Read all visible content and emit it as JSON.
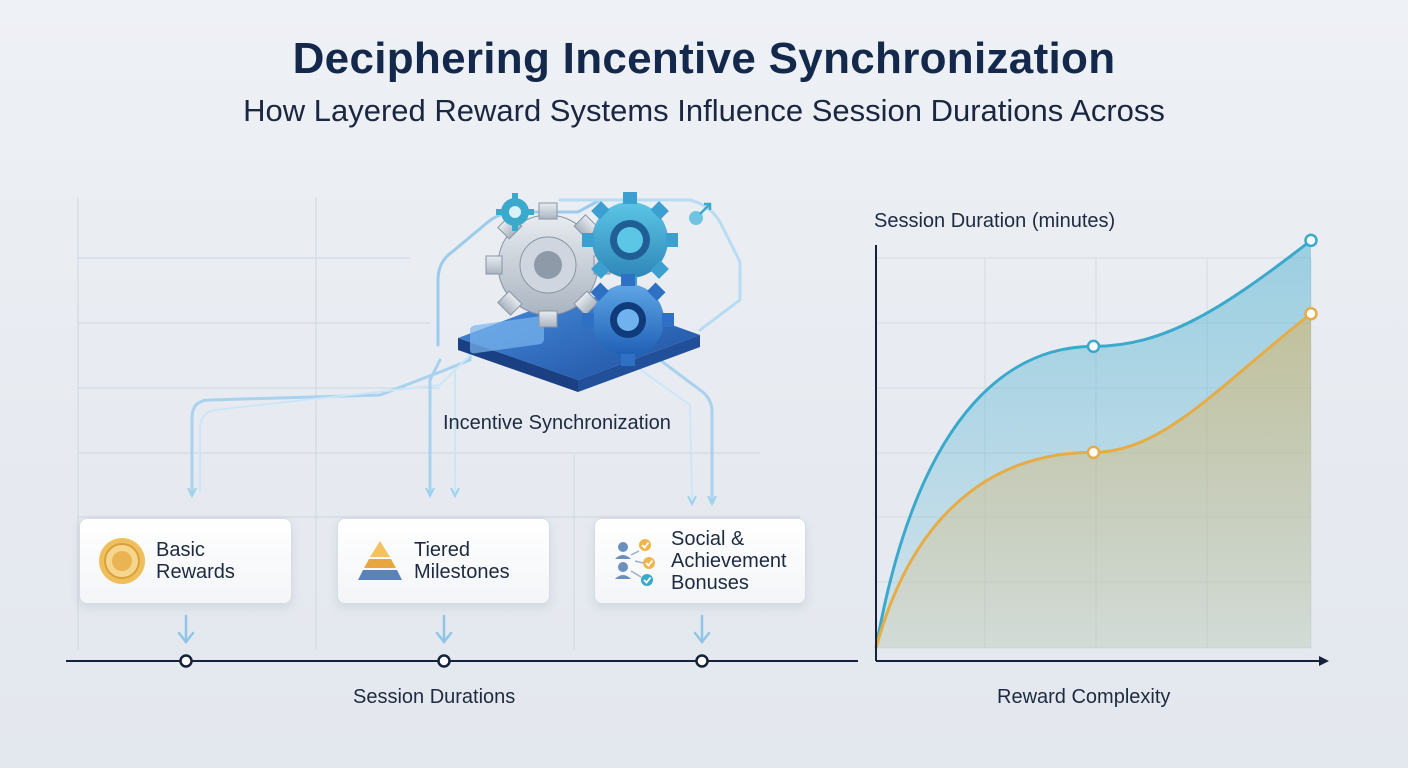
{
  "title": "Deciphering Incentive Synchronization",
  "subtitle": "How Layered Reward Systems Influence Session Durations Across",
  "diagram": {
    "hub_label": "Incentive Synchronization",
    "hub_icon": "gears-hub-icon",
    "cards": [
      {
        "label": "Basic\nRewards",
        "icon": "gold-coin-icon"
      },
      {
        "label": "Tiered\nMilestones",
        "icon": "pyramid-icon"
      },
      {
        "label": "Social &\nAchievement\nBonuses",
        "icon": "people-network-icon"
      }
    ],
    "axis_label": "Session Durations"
  },
  "chart_data": {
    "type": "area",
    "ylabel": "Session Duration (minutes)",
    "xlabel": "Reward Complexity",
    "grid": true,
    "x": [
      0,
      1,
      2
    ],
    "series": [
      {
        "values": [
          0,
          0.74,
          1.0
        ],
        "color": "#3aa9cc"
      },
      {
        "values": [
          0,
          0.48,
          0.82
        ],
        "color": "#e6ac45"
      }
    ],
    "ylim": [
      0,
      1.05
    ]
  },
  "colors": {
    "title": "#13284a",
    "teal": "#3aa9cc",
    "gold": "#e6ac45",
    "axis": "#16213a"
  }
}
